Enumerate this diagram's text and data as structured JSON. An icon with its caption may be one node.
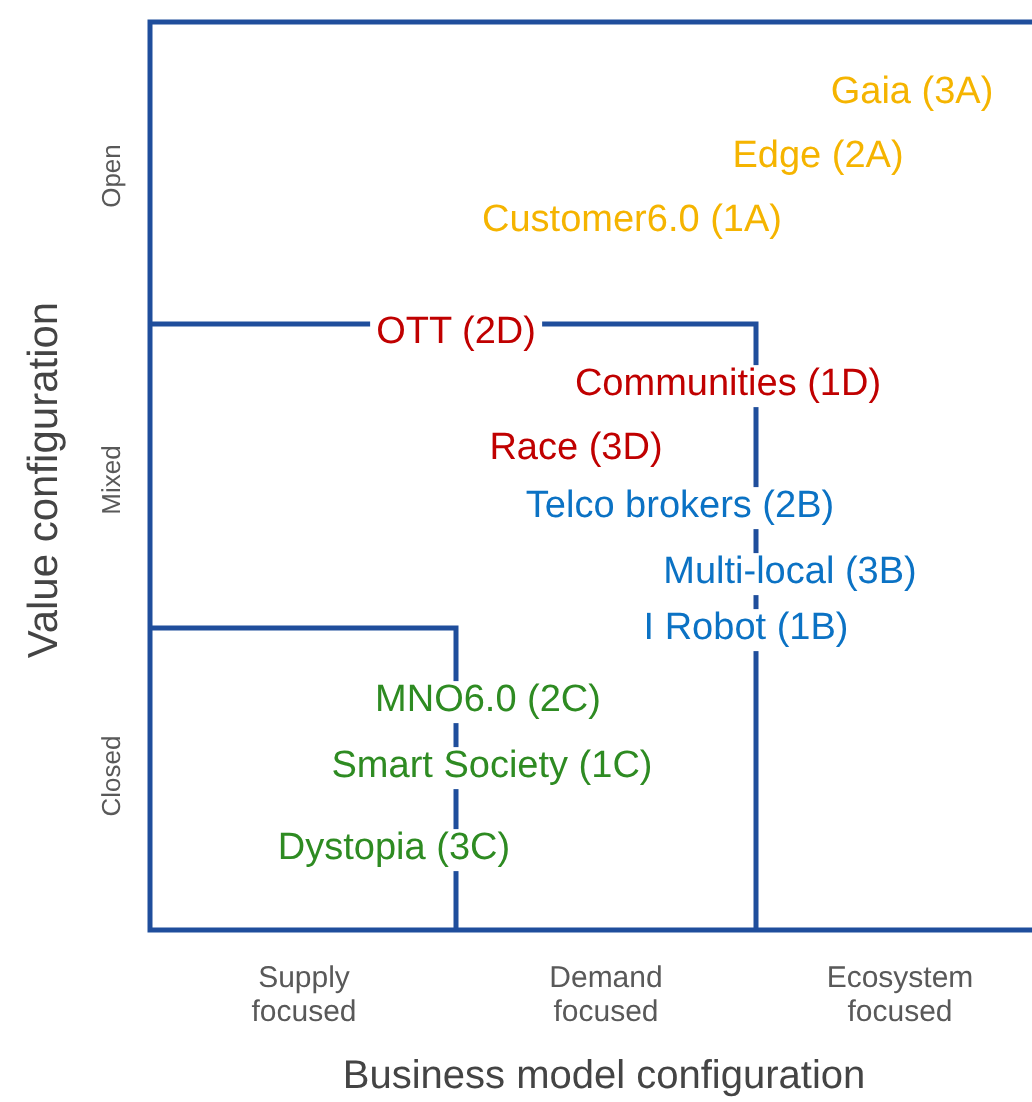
{
  "diagram": {
    "labels": [
      "Gaia (3A)",
      "Edge (2A)",
      "Open",
      "Customer6.0 (1A)",
      "OTT (2D)",
      "Communities (1D)",
      "Race (3D)",
      "Value configuration",
      "Mixed",
      "Telco brokers (2B)",
      "Multi-local (3B)",
      "I Robot (1B)",
      "MNO6.0 (2C)",
      "Smart Society (1C)",
      "Closed",
      "Dystopia (3C)",
      "Supply focused",
      "Demand focused",
      "Ecosystem focused",
      "Business model configuration"
    ]
  }
}
